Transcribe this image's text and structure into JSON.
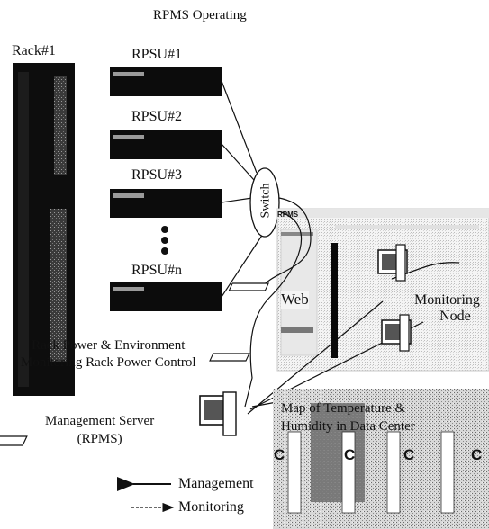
{
  "title": "RPMS Operating",
  "rack": {
    "label": "Rack#1"
  },
  "rpsus": [
    {
      "label": "RPSU#1"
    },
    {
      "label": "RPSU#2"
    },
    {
      "label": "RPSU#3"
    },
    {
      "label": "RPSU#n"
    }
  ],
  "switch_label": "Switch",
  "web_label": "Web",
  "monitoring_node": {
    "line1": "Monitoring",
    "line2": "Node"
  },
  "rack_caption": {
    "line1": "Rack Power & Environment",
    "line2": "Monitoring Rack Power Control"
  },
  "server": {
    "line1": "Management Server",
    "line2": "(RPMS)"
  },
  "map": {
    "line1": "Map of Temperature &",
    "line2": "Humidity in Data Center",
    "cell_letter": "C"
  },
  "legend": {
    "management": "Management",
    "monitoring": "Monitoring"
  },
  "browser_title": "RPMS"
}
